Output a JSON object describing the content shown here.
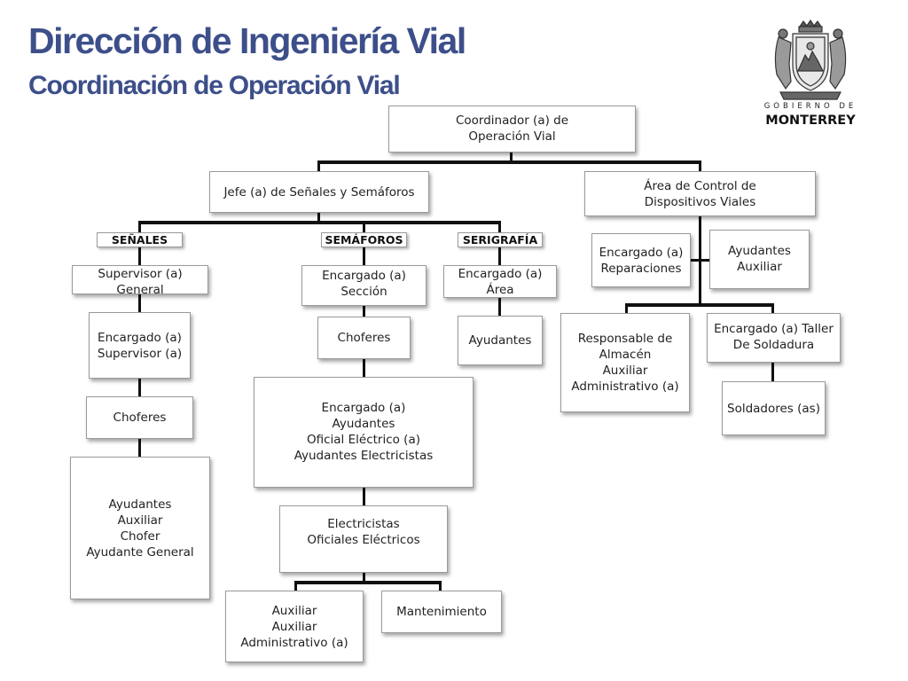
{
  "header": {
    "title": "Dirección de Ingeniería Vial",
    "subtitle": "Coordinación de Operación Vial"
  },
  "logo": {
    "line1": "GOBIERNO DE",
    "line2": "MONTERREY"
  },
  "org": {
    "coordinador": "Coordinador (a) de\nOperación Vial",
    "jefe": "Jefe (a) de Señales y Semáforos",
    "area_control": "Área de Control de\nDispositivos Viales",
    "senales": {
      "label": "SEÑALES",
      "supervisor_general": "Supervisor (a)\nGeneral",
      "encargado_supervisor": "Encargado (a)\nSupervisor (a)",
      "choferes": "Choferes",
      "ayudantes": "Ayudantes\nAuxiliar\nChofer\nAyudante General"
    },
    "semaforos": {
      "label": "SEMÁFOROS",
      "encargado_seccion": "Encargado (a)\nSección",
      "choferes": "Choferes",
      "encargado_grupo": "Encargado (a)\nAyudantes\nOficial Eléctrico (a)\nAyudantes Electricistas",
      "electricistas": "Electricistas\nOficiales Eléctricos",
      "auxiliar": "Auxiliar\nAuxiliar\nAdministrativo (a)",
      "mantenimiento": "Mantenimiento"
    },
    "serigrafia": {
      "label": "SERIGRAFÍA",
      "encargado_area": "Encargado (a)\nÁrea",
      "ayudantes": "Ayudantes"
    },
    "control": {
      "encargado_reparaciones": "Encargado (a)\nReparaciones",
      "ayudantes_auxiliar": "Ayudantes\nAuxiliar",
      "responsable_almacen": "Responsable de\nAlmacén\nAuxiliar\nAdministrativo (a)",
      "encargado_taller": "Encargado (a) Taller\nDe Soldadura",
      "soldadores": "Soldadores (as)"
    }
  }
}
